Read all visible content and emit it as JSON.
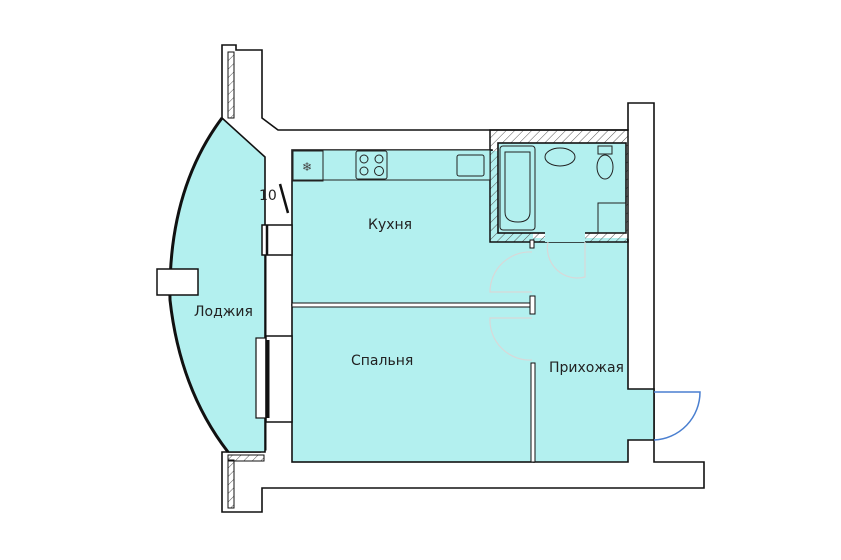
{
  "plan": {
    "rooms": [
      {
        "id": "kitchen",
        "label": "Кухня"
      },
      {
        "id": "loggia",
        "label": "Лоджия"
      },
      {
        "id": "bedroom",
        "label": "Спальня"
      },
      {
        "id": "hallway",
        "label": "Прихожая"
      }
    ],
    "marker_label": "10",
    "colors": {
      "room_fill": "#b3f0ef",
      "wall": "#ffffff",
      "line": "#111111",
      "entrance_door": "#4a7fd0"
    }
  }
}
